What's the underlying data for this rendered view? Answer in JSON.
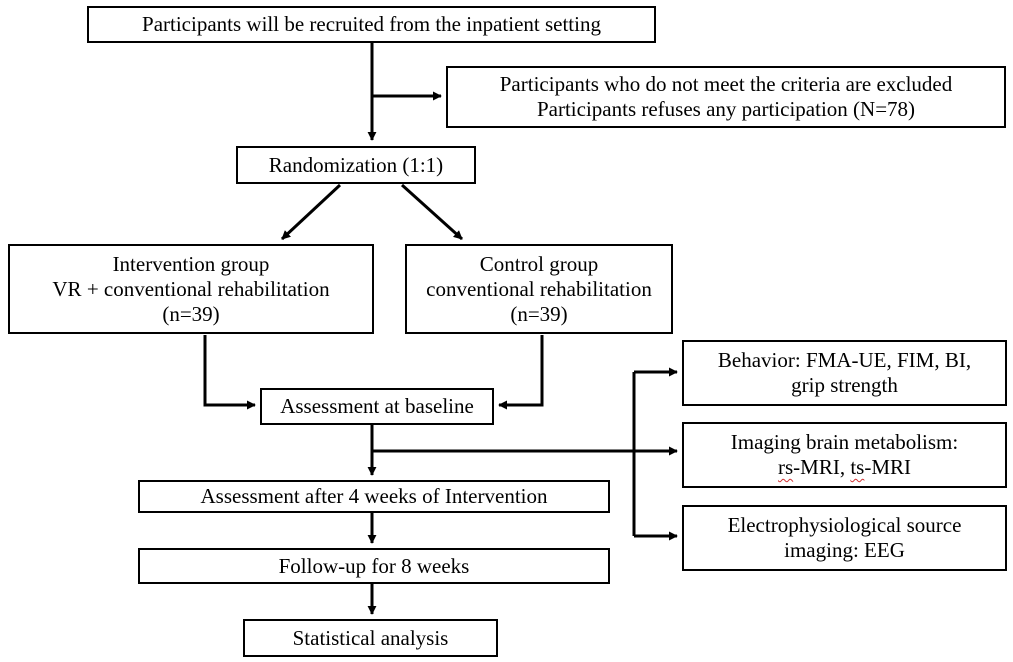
{
  "colors": {
    "line": "#000000",
    "box_border": "#000000",
    "spellcheck_underline": "#d03030"
  },
  "nodes": {
    "recruit": {
      "lines": [
        "Participants will be recruited from the inpatient setting"
      ]
    },
    "excluded": {
      "lines": [
        "Participants who do not meet the criteria are excluded",
        "Participants refuses any participation (N=78)"
      ]
    },
    "randomization": {
      "lines": [
        "Randomization (1:1)"
      ]
    },
    "intervention": {
      "lines": [
        "Intervention group",
        "VR + conventional rehabilitation",
        "(n=39)"
      ]
    },
    "control": {
      "lines": [
        "Control group",
        "conventional rehabilitation",
        "(n=39)"
      ]
    },
    "baseline": {
      "lines": [
        "Assessment at baseline"
      ]
    },
    "after4": {
      "lines": [
        "Assessment after 4 weeks of Intervention"
      ]
    },
    "followup": {
      "lines": [
        "Follow-up for 8 weeks"
      ]
    },
    "stats": {
      "lines": [
        "Statistical analysis"
      ]
    },
    "behavior": {
      "lines": [
        "Behavior: FMA-UE, FIM, BI,",
        "grip strength"
      ]
    },
    "imaging": {
      "line1": "Imaging brain metabolism:",
      "rs": "rs",
      "rs_rest": "-MRI, ",
      "ts": "ts",
      "ts_rest": "-MRI"
    },
    "eeg": {
      "lines": [
        "Electrophysiological source",
        "imaging: EEG"
      ]
    }
  }
}
